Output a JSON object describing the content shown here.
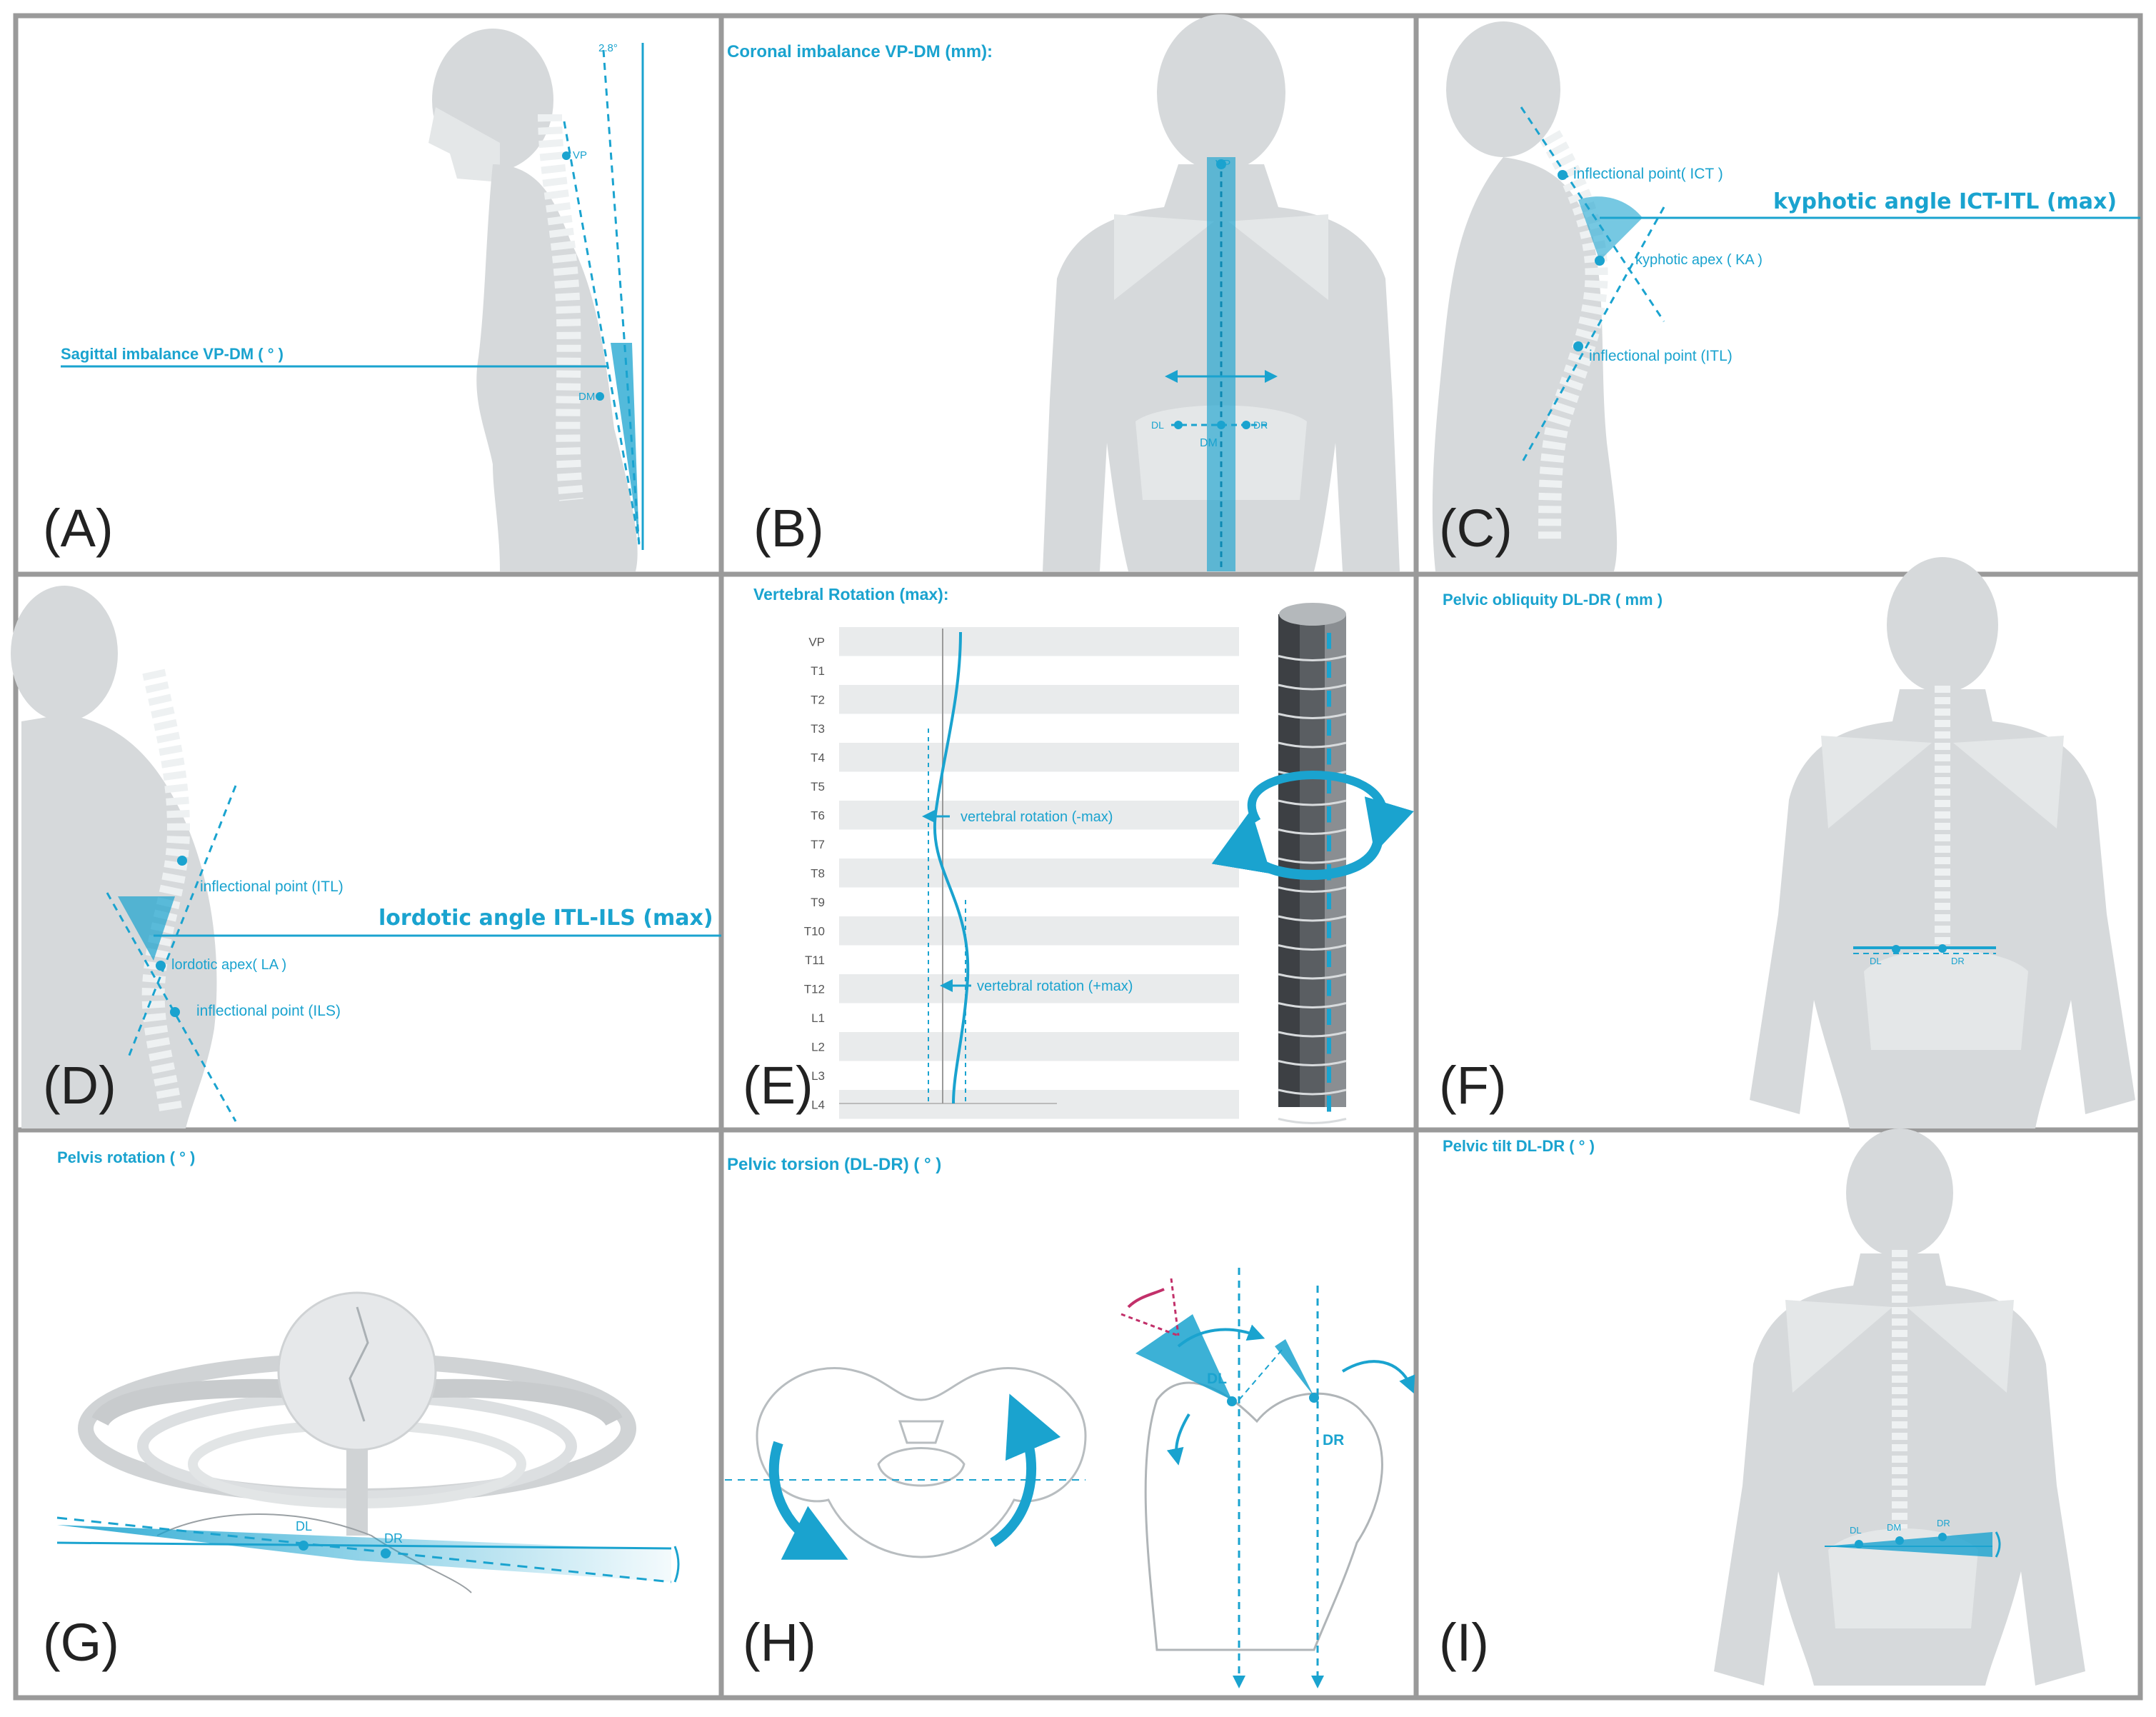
{
  "colors": {
    "accent": "#1aa3cf",
    "body": "#d6d9db",
    "bone": "#eef1f2",
    "frame": "#9a9a9a",
    "text": "#222222",
    "magenta": "#c2306a"
  },
  "panels": {
    "a": {
      "letter": "(A)",
      "title": "Sagittal imbalance VP-DM ( ° )",
      "angle": "2.8°",
      "vp": "VP",
      "dm": "DM"
    },
    "b": {
      "letter": "(B)",
      "title": "Coronal imbalance VP-DM (mm):",
      "vp": "VP",
      "dl": "DL",
      "dm": "DM",
      "dr": "DR"
    },
    "c": {
      "letter": "(C)",
      "title": "kyphotic angle ICT-ITL (max)",
      "ict": "inflectional point( ICT )",
      "ka": "kyphotic apex ( KA )",
      "itl": "inflectional point (ITL)"
    },
    "d": {
      "letter": "(D)",
      "title": "lordotic angle  ITL-ILS (max)",
      "itl": "inflectional point (ITL)",
      "la": "lordotic apex( LA )",
      "ils": "inflectional point (ILS)"
    },
    "e": {
      "letter": "(E)",
      "title": "Vertebral Rotation (max):",
      "levels": [
        "VP",
        "T1",
        "T2",
        "T3",
        "T4",
        "T5",
        "T6",
        "T7",
        "T8",
        "T9",
        "T10",
        "T11",
        "T12",
        "L1",
        "L2",
        "L3",
        "L4"
      ],
      "neg": "vertebral rotation (-max)",
      "pos": "vertebral rotation (+max)"
    },
    "f": {
      "letter": "(F)",
      "title": "Pelvic obliquity DL-DR ( mm )",
      "dl": "DL",
      "dr": "DR"
    },
    "g": {
      "letter": "(G)",
      "title": "Pelvis rotation ( ° )",
      "dl": "DL",
      "dr": "DR"
    },
    "h": {
      "letter": "(H)",
      "title": "Pelvic torsion (DL-DR) ( ° )",
      "dl": "DL",
      "dr": "DR"
    },
    "i": {
      "letter": "(I)",
      "title": "Pelvic tilt  DL-DR ( ° )",
      "dl": "DL",
      "dm": "DM",
      "dr": "DR"
    }
  }
}
